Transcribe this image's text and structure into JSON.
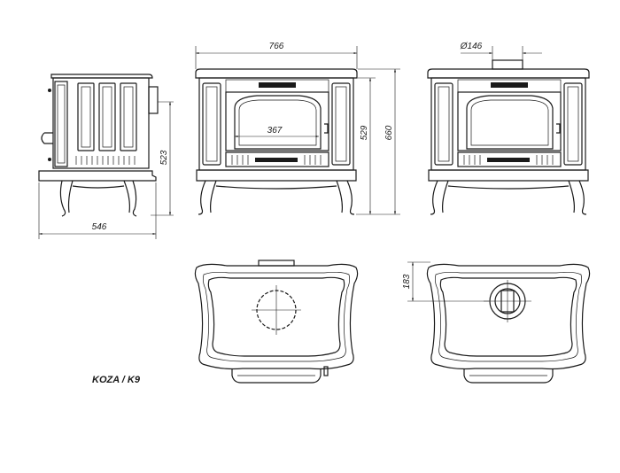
{
  "title": "KOZA / K9",
  "dimensions": {
    "side_height": "523",
    "side_depth": "546",
    "front_width": "766",
    "door_width": "367",
    "height_body": "529",
    "height_total": "660",
    "flue_diameter": "Ø146",
    "flue_offset": "183"
  }
}
